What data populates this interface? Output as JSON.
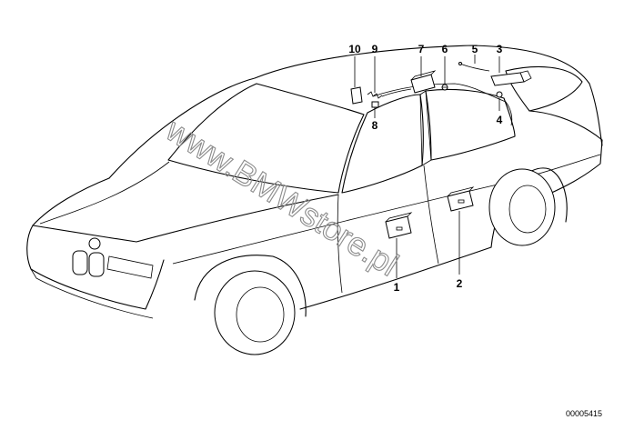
{
  "diagram": {
    "catalog_number": "00005415",
    "watermark": "www.BMWstore.pl",
    "callouts": [
      "1",
      "2",
      "3",
      "4",
      "5",
      "6",
      "7",
      "8",
      "9",
      "10"
    ],
    "colors": {
      "line": "#000000",
      "watermark": "#8c8c8c",
      "background": "#ffffff"
    }
  }
}
